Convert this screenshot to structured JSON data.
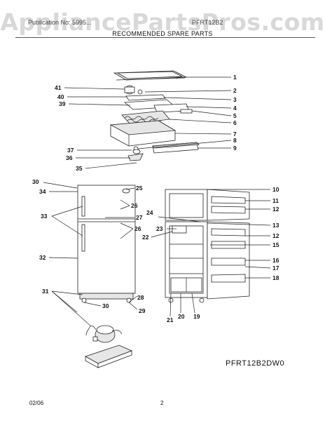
{
  "watermark": "AppliancePartsPros.com",
  "header": {
    "left_text": "Publication No: 5995...",
    "right_text": "PFRT12B2",
    "title": "RECOMMENDED SPARE PARTS"
  },
  "callouts": {
    "c1": "1",
    "c2": "2",
    "c3": "3",
    "c4": "4",
    "c5": "5",
    "c6": "6",
    "c7": "7",
    "c8": "8",
    "c9": "9",
    "c10": "10",
    "c11": "11",
    "c12a": "12",
    "c12b": "12",
    "c13": "13",
    "c15": "15",
    "c16": "16",
    "c17": "17",
    "c18": "18",
    "c19": "19",
    "c20": "20",
    "c21": "21",
    "c22": "22",
    "c23": "23",
    "c24": "24",
    "c25": "25",
    "c26a": "26",
    "c26b": "26",
    "c27": "27",
    "c28": "28",
    "c29": "29",
    "c30a": "30",
    "c30b": "30",
    "c31": "31",
    "c32": "32",
    "c33": "33",
    "c34": "34",
    "c35": "35",
    "c36": "36",
    "c37": "37",
    "c39": "39",
    "c40": "40",
    "c41": "41"
  },
  "model_number": "PFRT12B2DW0",
  "footer": {
    "date": "02/06",
    "page": "2"
  }
}
